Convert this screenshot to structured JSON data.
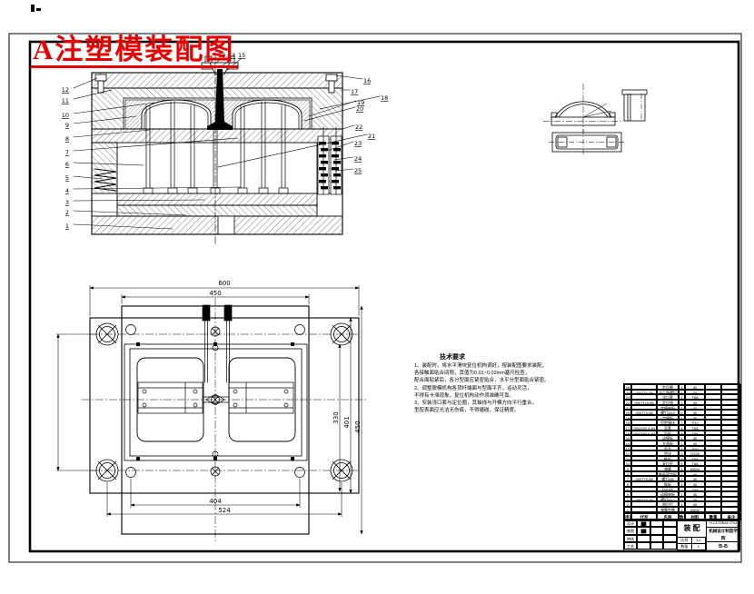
{
  "title": {
    "text": "A注塑模装配图",
    "color": "#e60000"
  },
  "section_view": {
    "left_labels": [
      "12",
      "11",
      "10",
      "9",
      "8",
      "7",
      "6",
      "5",
      "4",
      "3",
      "2",
      "1"
    ],
    "top_labels": [
      "13",
      "14",
      "15"
    ],
    "right_labels": [
      "16",
      "17",
      "18",
      "19",
      "20",
      "22",
      "21",
      "23",
      "24",
      "25"
    ]
  },
  "plan_view": {
    "dims": {
      "top_outer": "600",
      "top_inner": "450",
      "bottom_inner": "404",
      "bottom_outer": "524",
      "right_dims": [
        "330",
        "401",
        "450"
      ]
    }
  },
  "notes": {
    "title": "技术要求",
    "lines": [
      "1、装配时，将水平滑块复位机构调好，按装配图要求装配，",
      "  各接触面贴合间隙，其值为0.01~0.02mm塞尺检查，",
      "  配合面贴紧后，各分型面应紧密贴合，水平分型面贴合紧密。",
      "2、调整脱模机构各顶杆端面与型面平齐，运动灵活，",
      "  不得有卡滞现象，复位机构动作须准确可靠。",
      "3、安装浇口套与定位圈，其轴线与开模方向平行重合，",
      "  型腔表面应光洁无伤痕，不得磕碰，保证精度。"
    ]
  },
  "bom": {
    "header": [
      "序号",
      "代号",
      "名称",
      "数量",
      "材料",
      "重量",
      "备注"
    ],
    "rows": [
      [
        "25",
        "",
        "定位圈",
        "1",
        "45",
        "",
        ""
      ],
      [
        "24",
        "GB/T70-85",
        "内六角螺钉",
        "4",
        "35",
        "",
        ""
      ],
      [
        "23",
        "",
        "浇口套",
        "1",
        "T8A",
        "",
        ""
      ],
      [
        "22",
        "GB/T119-86",
        "定位销",
        "2",
        "45",
        "",
        ""
      ],
      [
        "21",
        "",
        "定模座板",
        "1",
        "45",
        "",
        ""
      ],
      [
        "20",
        "GB/T70-85",
        "螺钉M10",
        "6",
        "35",
        "",
        ""
      ],
      [
        "19",
        "",
        "定模板",
        "1",
        "45",
        "",
        ""
      ],
      [
        "18",
        "",
        "型腔镶块",
        "2",
        "P20",
        "",
        ""
      ],
      [
        "17",
        "GB4169.3-84",
        "导套",
        "4",
        "T8A",
        "",
        ""
      ],
      [
        "16",
        "GB4169.4-84",
        "导柱",
        "4",
        "T8A",
        "",
        ""
      ],
      [
        "15",
        "",
        "动模板",
        "1",
        "45",
        "",
        ""
      ],
      [
        "14",
        "",
        "支承板",
        "1",
        "45",
        "",
        ""
      ],
      [
        "13",
        "",
        "型芯",
        "2",
        "P20",
        "",
        ""
      ],
      [
        "12",
        "",
        "垫块",
        "2",
        "Q235",
        "",
        ""
      ],
      [
        "11",
        "",
        "推杆",
        "8",
        "T8A",
        "",
        ""
      ],
      [
        "10",
        "",
        "复位杆",
        "4",
        "T8A",
        "",
        ""
      ],
      [
        "9",
        "",
        "弹簧",
        "4",
        "65Mn",
        "",
        ""
      ],
      [
        "8",
        "",
        "推杆固定板",
        "1",
        "45",
        "",
        ""
      ],
      [
        "7",
        "GB/T70-85",
        "螺钉M8",
        "4",
        "35",
        "",
        ""
      ],
      [
        "6",
        "",
        "推板",
        "1",
        "45",
        "",
        ""
      ],
      [
        "5",
        "",
        "拉料杆",
        "1",
        "T8A",
        "",
        ""
      ],
      [
        "4",
        "",
        "动模座板",
        "1",
        "45",
        "",
        ""
      ],
      [
        "3",
        "GB/T70-85",
        "螺钉M12",
        "6",
        "35",
        "",
        ""
      ],
      [
        "2",
        "",
        "限位钉",
        "4",
        "45",
        "",
        ""
      ],
      [
        "1",
        "",
        "弹簧垫圈",
        "4",
        "65Mn",
        "",
        ""
      ]
    ]
  },
  "title_block": {
    "name_label": "装 配",
    "drawing_no": "HJ-3-02B44-4702",
    "org": "机械设计制造学院",
    "sheet_ref": "B-B",
    "mini_row1": [
      "比例",
      "1:1"
    ],
    "mini_row2": [
      "数量",
      "1"
    ],
    "left_rows": [
      [
        "设计",
        "██",
        "",
        ""
      ],
      [
        "制图",
        "██",
        "",
        ""
      ],
      [
        "审核",
        "",
        "",
        ""
      ],
      [
        "工艺",
        "",
        "",
        ""
      ]
    ]
  }
}
